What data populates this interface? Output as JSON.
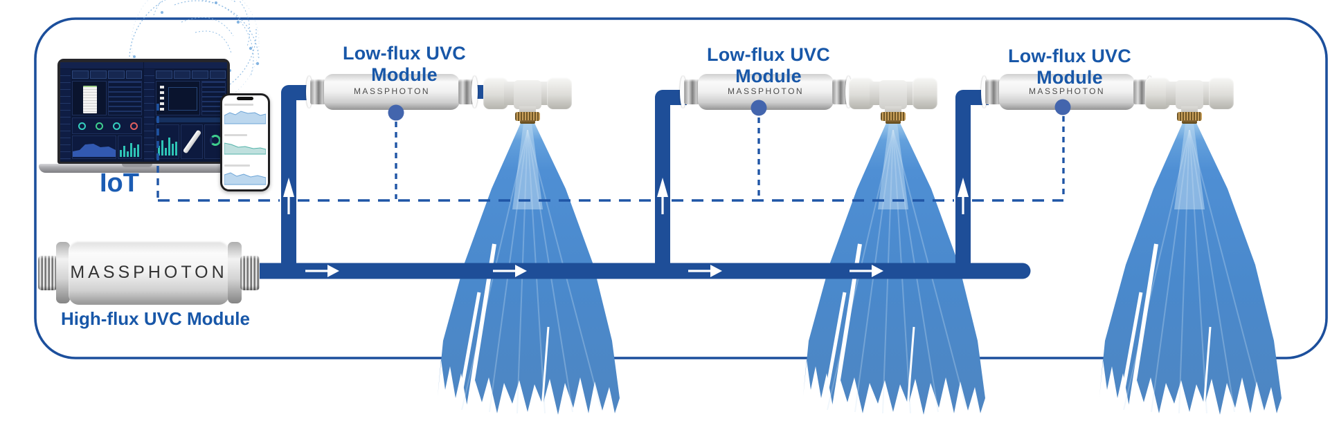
{
  "iot": {
    "label": "IoT"
  },
  "high_flux_module": {
    "brand": "MASSPHOTON",
    "label": "High-flux UVC Module"
  },
  "low_flux_modules": [
    {
      "brand": "MASSPHOTON",
      "label": "Low-flux UVC Module"
    },
    {
      "brand": "MASSPHOTON",
      "label": "Low-flux UVC Module"
    },
    {
      "brand": "MASSPHOTON",
      "label": "Low-flux UVC Module"
    }
  ],
  "colors": {
    "pipe_blue": "#1e4e98",
    "dashed_blue": "#1f55a6",
    "label_blue": "#1857a8",
    "spray_blue": "#4a8bce",
    "border_blue": "#1c4f9c",
    "dot_blue": "#4365ad",
    "nozzle_brass": "#8a6a39"
  }
}
